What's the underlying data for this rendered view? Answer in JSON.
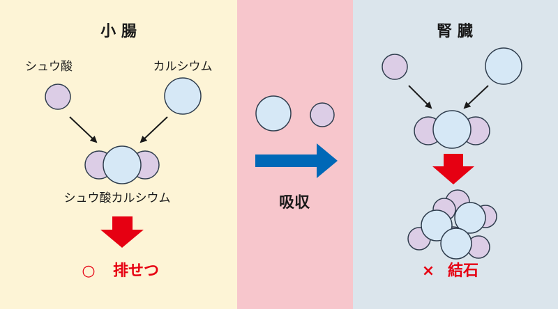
{
  "panels": {
    "intestine": {
      "title": "小 腸",
      "background": "#fdf4d6"
    },
    "absorption": {
      "label": "吸収",
      "background": "#f7c6cc"
    },
    "kidney": {
      "title": "腎 臓",
      "background": "#dbe5ec"
    }
  },
  "labels": {
    "oxalate": "シュウ酸",
    "calcium": "カルシウム",
    "calcium_oxalate": "シュウ酸カルシウム"
  },
  "results": {
    "excretion_mark": "○",
    "excretion": "排せつ",
    "stone_mark": "×",
    "stone": "結石"
  },
  "colors": {
    "oxalate_fill": "#dccde6",
    "calcium_fill": "#d6e8f6",
    "outline": "#2f3d4d",
    "arrow_red": "#e60012",
    "arrow_blue": "#0068b7",
    "text": "#1a1a1a"
  }
}
